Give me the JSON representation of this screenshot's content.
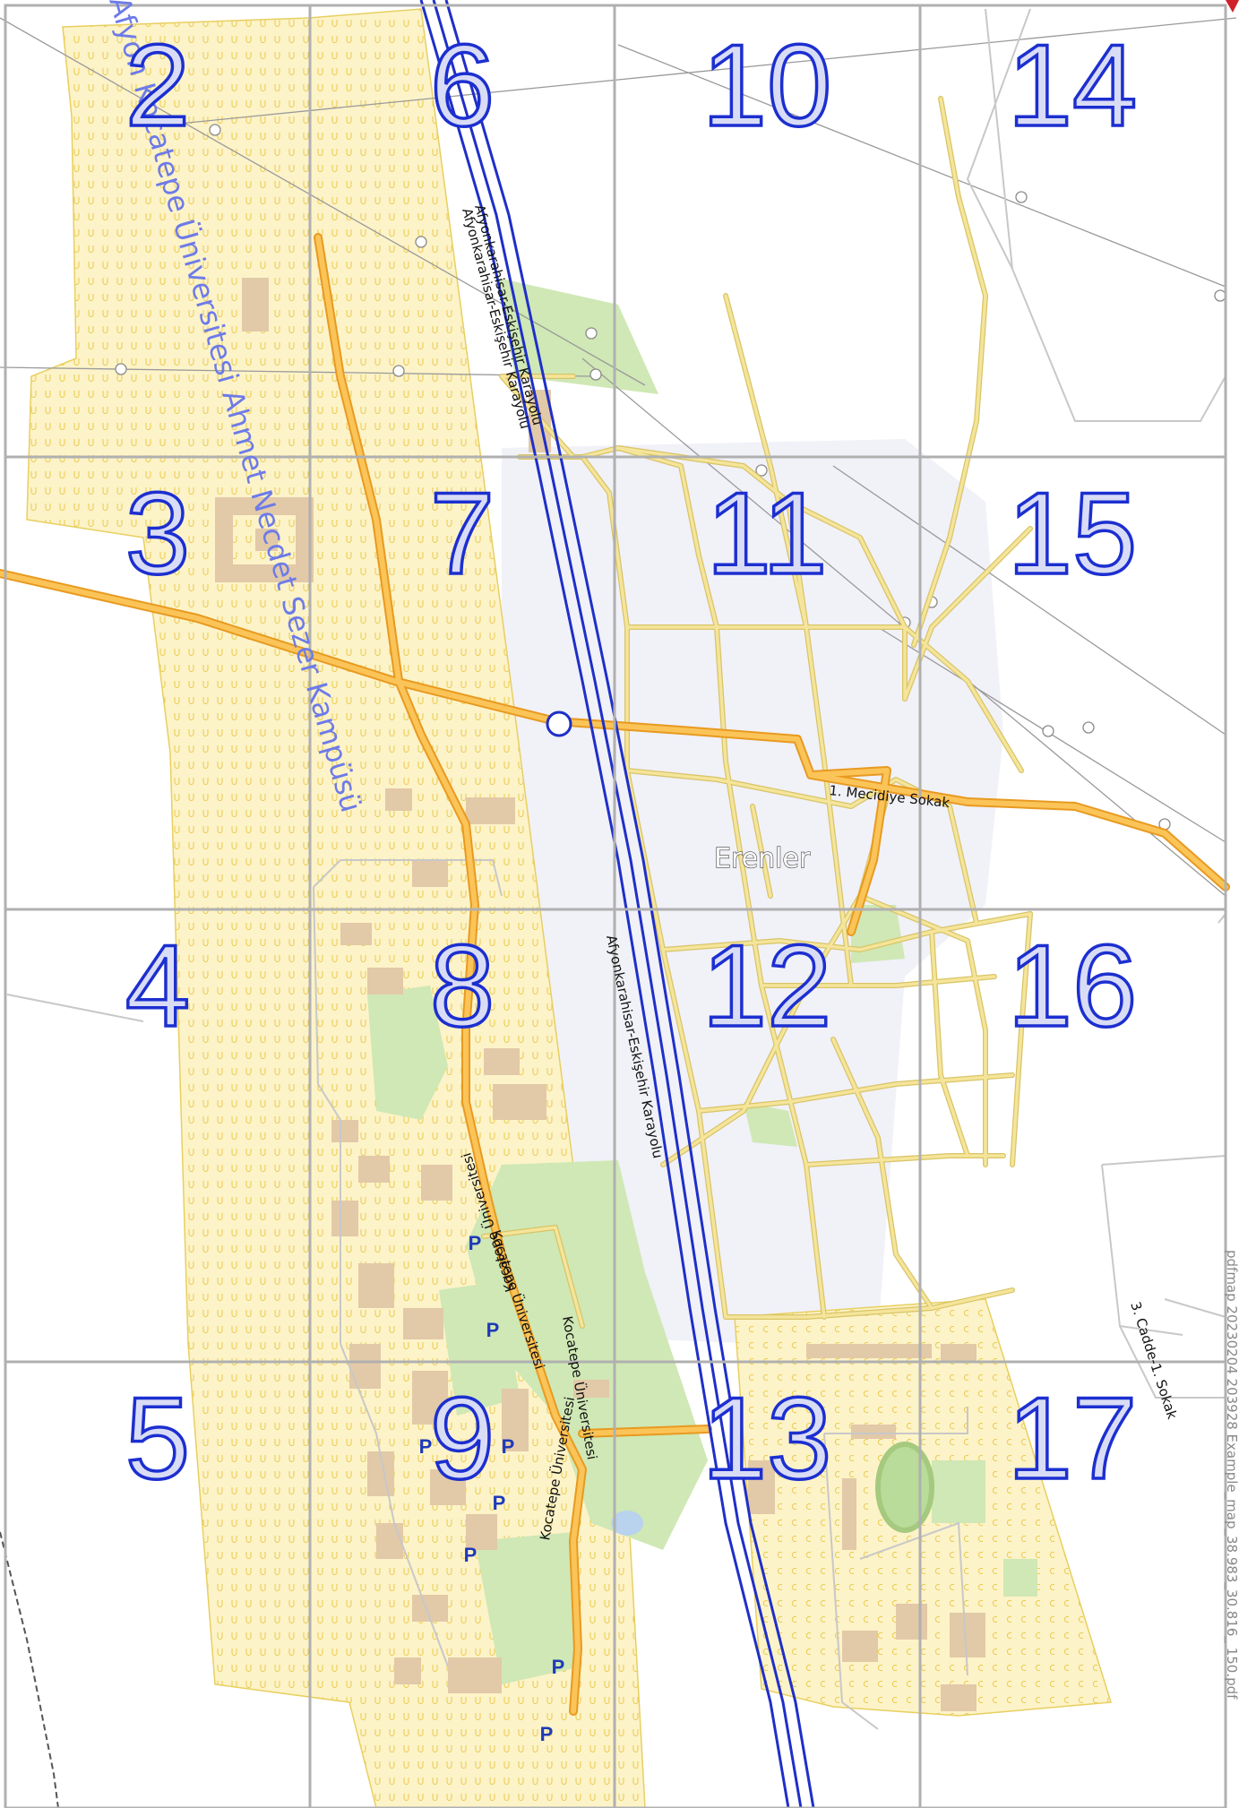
{
  "map": {
    "grid_cells": [
      {
        "id": "2"
      },
      {
        "id": "3"
      },
      {
        "id": "4"
      },
      {
        "id": "5"
      },
      {
        "id": "6"
      },
      {
        "id": "7"
      },
      {
        "id": "8"
      },
      {
        "id": "9"
      },
      {
        "id": "10"
      },
      {
        "id": "11"
      },
      {
        "id": "12"
      },
      {
        "id": "13"
      },
      {
        "id": "14"
      },
      {
        "id": "15"
      },
      {
        "id": "16"
      },
      {
        "id": "17"
      }
    ],
    "labels": {
      "highway_1": "Afyonkarahisar-Eskişehir Karayolu",
      "highway_2": "Afyonkarahisar-Eskişehir Karayolu",
      "highway_3": "Afyonkarahisar-Eskişehir Karayolu",
      "mecidiye": "1. Mecidiye Sokak",
      "place": "Erenler",
      "campus": "Afyon Kocatepe Üniversitesi Ahmet Necdet Sezer Kampüsü",
      "kocatepe_1": "Kocatepe Üniversitesi",
      "kocatepe_2": "Kocatepe Üniversitesi",
      "kocatepe_3": "Kocatepe Üniversitesi",
      "kocatepe_4": "Kocatepe Üniversitesi",
      "cadde": "3. Cadde-1. Sokak",
      "credit": "pdfmap 20230204 203928 Example_map_38.983_30.816_ 150.pdf"
    },
    "parking_symbol": "P",
    "colors": {
      "grid": "#b0b0b0",
      "cell_number": "#1c2fd0",
      "campus_fill": "#fdf3c8",
      "campus_border": "#e8cf60",
      "primary_road": "#f7b43a",
      "secondary_road": "#f5e59a",
      "motorway": "#1f2fc8",
      "park": "#cfe8b5",
      "building": "#e2c9a8"
    }
  }
}
